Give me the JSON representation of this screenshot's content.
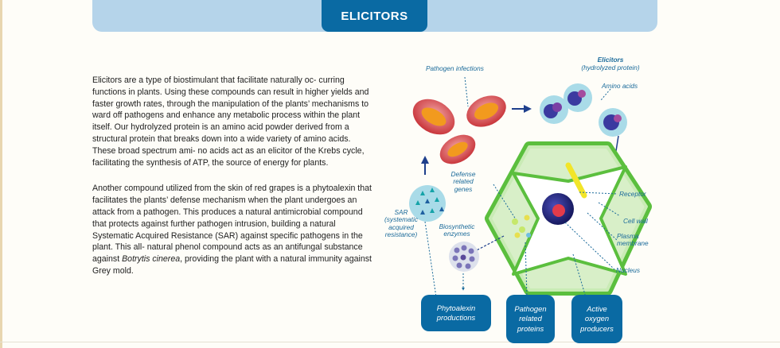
{
  "header": {
    "title": "ELICITORS"
  },
  "paragraphs": {
    "p1": "Elicitors are a type of biostimulant that facilitate naturally oc- curring functions in plants. Using these compounds can result in higher yields and faster growth rates, through the manipulation of the plants’ mechanisms to ward off pathogens and enhance any metabolic process within the plant itself. Our hydrolyzed protein is an amino acid powder derived from a structural protein that breaks down into a wide variety of amino acids. These broad spectrum ami- no acids act as an elicitor of the Krebs cycle, facilitating the synthesis of ATP, the source of energy for plants.",
    "p2_before": "Another compound utilized from the skin of red grapes is a phytoalexin that facilitates the plants’ defense mechanism when the plant undergoes an attack from a pathogen. This produces a natural antimicrobial compound that protects against further pathogen intrusion, building a natural Systematic Acquired Resistance (SAR) against specific pathogens in the plant. This all- natural phenol compound acts as an antifungal substance against ",
    "p2_italic": "Botrytis cinerea",
    "p2_after": ", providing the plant with a natural immunity against Grey mold."
  },
  "diagram": {
    "pathogen_infections": "Pathogen infections",
    "elicitors_title": "Elicitors",
    "elicitors_sub": "(hydrolyzed protein)",
    "amino_acids": "Amino acids",
    "defense_genes": [
      "Defense",
      "related",
      "genes"
    ],
    "receptor": "Receptor",
    "cell_wall": "Cell wall",
    "plasma_membrane": [
      "Plasma",
      "membrane"
    ],
    "nucleus": "Nucleus",
    "sar": [
      "SAR",
      "(systematic",
      "acquired",
      "resistance)"
    ],
    "biosynthetic": [
      "Biosynthetic",
      "enzymes"
    ],
    "boxes": {
      "phytoalexin": [
        "Phytoalexin",
        "productions"
      ],
      "pathogen_related": [
        "Pathogen",
        "related",
        "proteins"
      ],
      "active_oxygen": [
        "Active",
        "oxygen",
        "producers"
      ]
    }
  },
  "colors": {
    "brand_blue": "#0a6aa3",
    "band_blue": "#b5d4ea",
    "label_blue": "#1a6a9a",
    "cell_green": "#5bbf3e"
  }
}
